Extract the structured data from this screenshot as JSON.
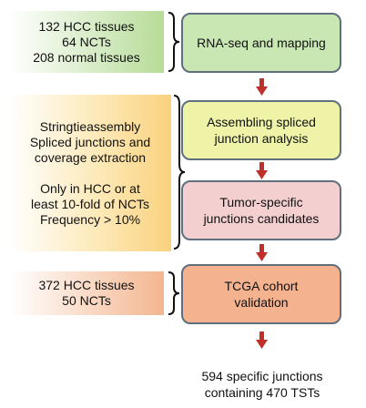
{
  "inputs": [
    {
      "lines": [
        "132 HCC tissues",
        "64 NCTs",
        "208 normal tissues"
      ]
    },
    {
      "lines": [
        "Stringtieassembly",
        "Spliced junctions and",
        "coverage extraction",
        "",
        "Only in HCC or at",
        "least 10-fold of NCTs",
        "Frequency > 10%"
      ]
    },
    {
      "lines": [
        "372 HCC tissues",
        "50 NCTs"
      ]
    }
  ],
  "steps": [
    {
      "lines": [
        "RNA-seq and mapping"
      ],
      "color": "#c9e7b3"
    },
    {
      "lines": [
        "Assembling spliced",
        "junction analysis"
      ],
      "color": "#eef3a8"
    },
    {
      "lines": [
        "Tumor-specific",
        "junctions candidates"
      ],
      "color": "#f3cfcf"
    },
    {
      "lines": [
        "TCGA cohort",
        "validation"
      ],
      "color": "#f4b28e"
    }
  ],
  "result": {
    "lines": [
      "594 specific junctions",
      "containing 470 TSTs"
    ]
  },
  "colors": {
    "arrow": "#c0302b",
    "border": "#5f6f7e"
  }
}
